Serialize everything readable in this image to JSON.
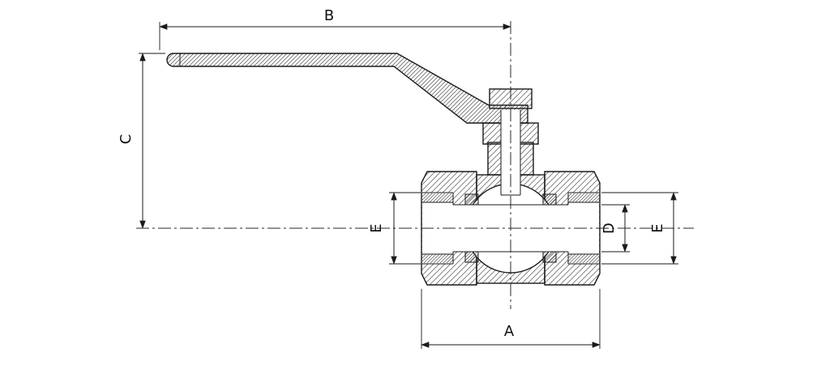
{
  "description": "Technical cross-section drawing of a lever-handle ball valve with dimension callouts",
  "colors": {
    "background": "#ffffff",
    "line": "#1a1a1a",
    "hatch": "#555555",
    "dimension_line": "#1a1a1a",
    "label": "#111111"
  },
  "dimension_labels": {
    "a": "A",
    "b": "B",
    "c": "C",
    "d": "D",
    "e_left": "E",
    "e_right": "E"
  }
}
